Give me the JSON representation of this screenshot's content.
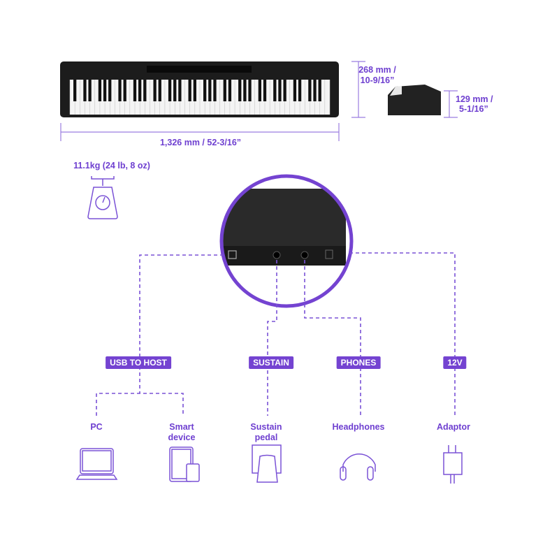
{
  "dimensions": {
    "width_label": "1,326 mm / 52-3/16”",
    "height_label_line1": "268 mm /",
    "height_label_line2": "10-9/16”",
    "depth_label_line1": "129 mm /",
    "depth_label_line2": "5-1/16”",
    "weight_label": "11.1kg (24 lb, 8 oz)"
  },
  "ports": [
    {
      "label": "USB TO HOST"
    },
    {
      "label": "SUSTAIN"
    },
    {
      "label": "PHONES"
    },
    {
      "label": "12V"
    }
  ],
  "devices": [
    {
      "label": "PC",
      "icon": "laptop-icon"
    },
    {
      "label": "Smart device",
      "icon": "tablet-phone-icon"
    },
    {
      "label": "Sustain pedal",
      "icon": "pedal-icon"
    },
    {
      "label": "Headphones",
      "icon": "headphones-icon"
    },
    {
      "label": "Adaptor",
      "icon": "adaptor-icon"
    }
  ],
  "colors": {
    "accent": "#6e3fd0",
    "badge": "#7443d1",
    "body": "#1c1c1c"
  }
}
